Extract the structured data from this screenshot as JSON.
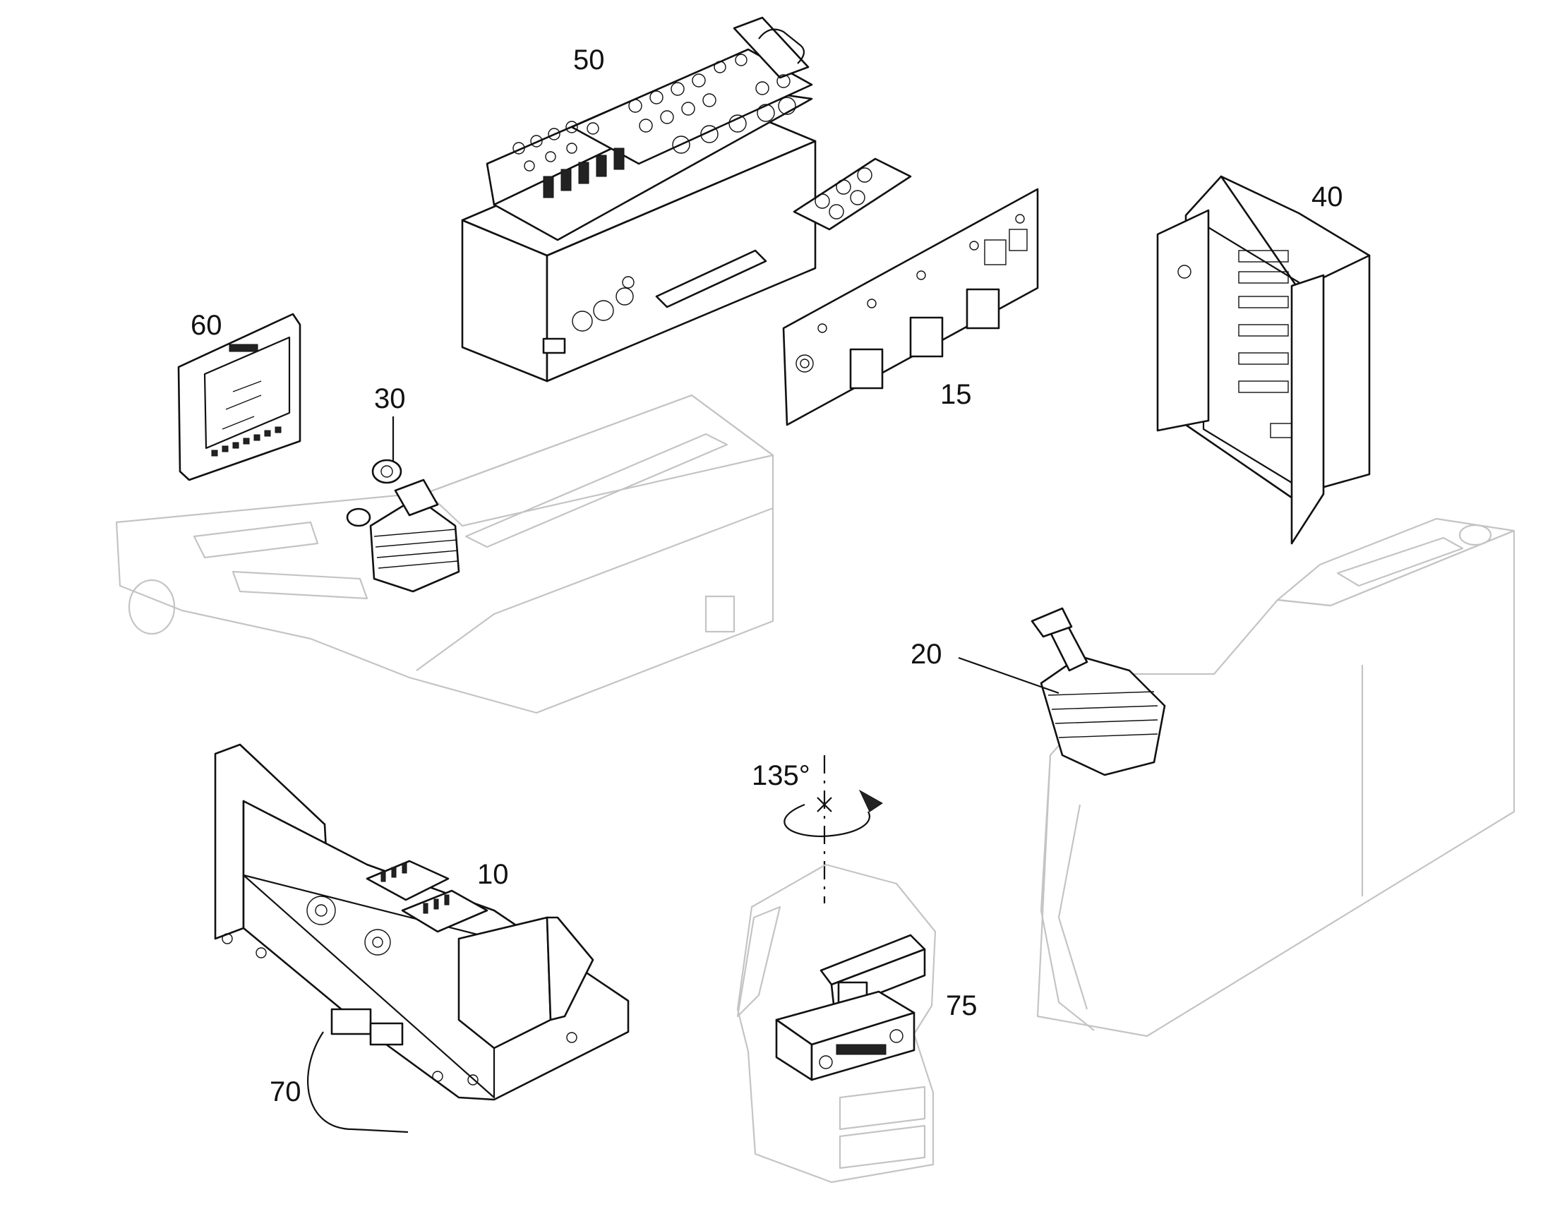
{
  "labels": {
    "p10": "10",
    "p15": "15",
    "p20": "20",
    "p30": "30",
    "p40": "40",
    "p50": "50",
    "p60": "60",
    "p70": "70",
    "p75": "75"
  },
  "rotation": "135°"
}
